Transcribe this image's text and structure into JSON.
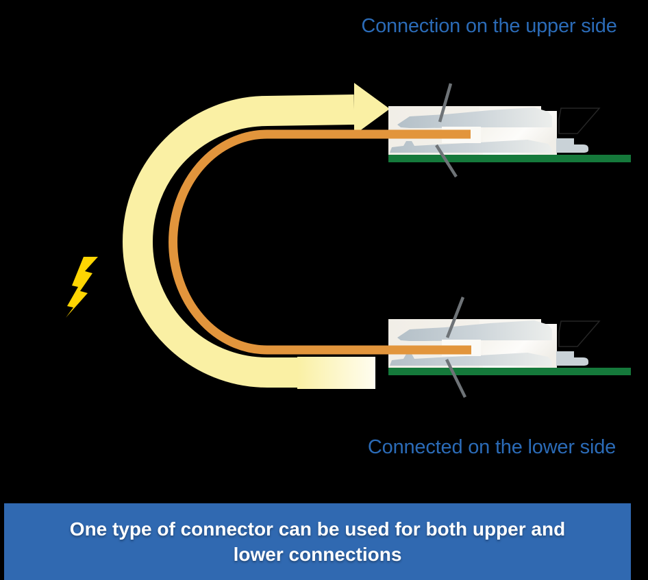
{
  "titles": {
    "upper": "Connection on the upper side",
    "lower": "Connected on the lower side"
  },
  "banner": {
    "line1": "One type of connector can be used for both upper and",
    "line2": "lower connections"
  },
  "icons": {
    "lightning": "lightning-bolt-icon",
    "u_turn_arrow": "u-turn-arrow-icon"
  },
  "colors": {
    "background": "#000000",
    "title_blue": "#2b6bb7",
    "banner_blue": "#3069b1",
    "banner_text": "#ffffff",
    "arrow_cream": "#faf0a4",
    "arrow_tail_end": "#fffdf0",
    "cable_orange": "#e2953c",
    "pcb_green": "#15793b",
    "bolt_yellow": "#ffd502",
    "housing_beige": "#f2efe8",
    "housing_white": "#fbfaf6",
    "contact_gray": "#b8c3cb",
    "leader_gray": "#6e7377",
    "flag_black": "#000000"
  }
}
